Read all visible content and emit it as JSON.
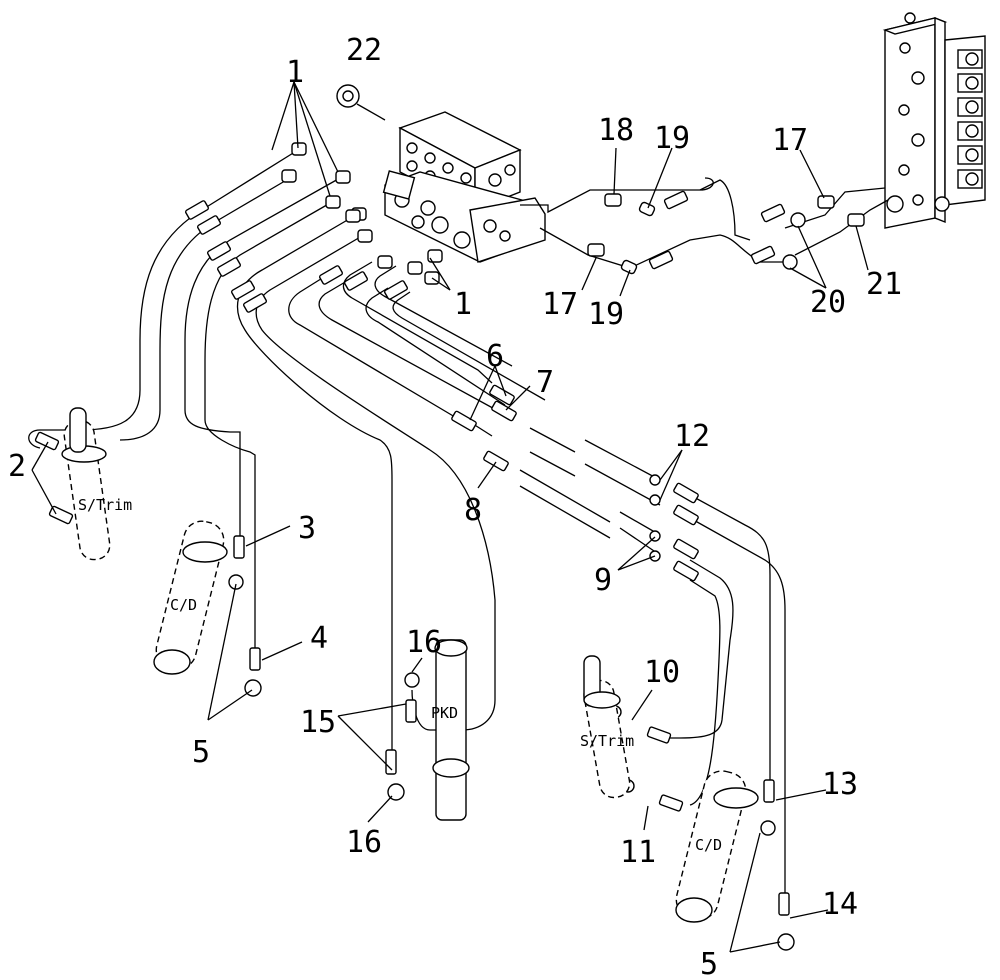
{
  "diagram": {
    "callouts": {
      "c1a": "1",
      "c1b": "1",
      "c2": "2",
      "c3": "3",
      "c4": "4",
      "c5a": "5",
      "c5b": "5",
      "c6": "6",
      "c7": "7",
      "c8": "8",
      "c9": "9",
      "c10": "10",
      "c11": "11",
      "c12": "12",
      "c13": "13",
      "c14": "14",
      "c15": "15",
      "c16a": "16",
      "c16b": "16",
      "c17a": "17",
      "c17b": "17",
      "c18": "18",
      "c19a": "19",
      "c19b": "19",
      "c20": "20",
      "c21": "21",
      "c22": "22"
    },
    "cylinder_labels": {
      "strim_left": "S/Trim",
      "cd_left": "C/D",
      "pkd": "PKD",
      "strim_right": "S/Trim",
      "cd_right": "C/D"
    }
  }
}
